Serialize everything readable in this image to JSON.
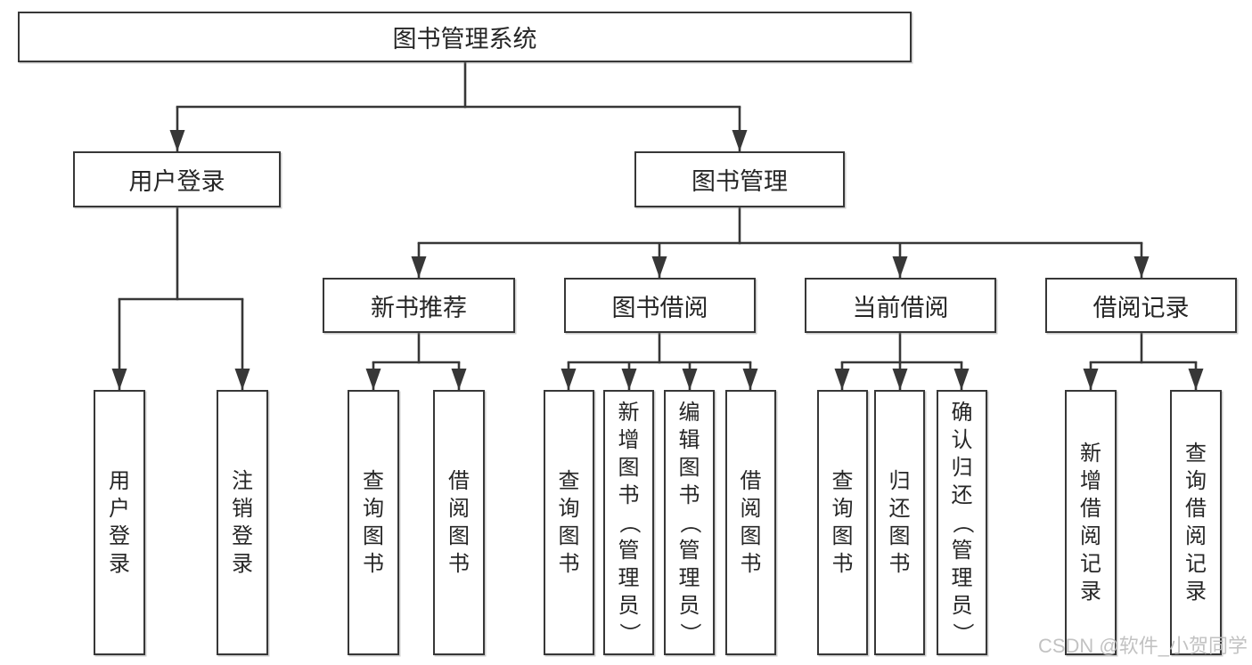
{
  "colors": {
    "line": "#373737",
    "text": "#262626",
    "watermark": "#bdbdbd"
  },
  "tree": {
    "root": {
      "label": "图书管理系统",
      "children": [
        {
          "label": "用户登录",
          "children": [
            {
              "label": "用户登录"
            },
            {
              "label": "注销登录"
            }
          ]
        },
        {
          "label": "图书管理",
          "children": [
            {
              "label": "新书推荐",
              "children": [
                {
                  "label": "查询图书"
                },
                {
                  "label": "借阅图书"
                }
              ]
            },
            {
              "label": "图书借阅",
              "children": [
                {
                  "label": "查询图书"
                },
                {
                  "label": "新增图书（管理员）"
                },
                {
                  "label": "编辑图书（管理员）"
                },
                {
                  "label": "借阅图书"
                }
              ]
            },
            {
              "label": "当前借阅",
              "children": [
                {
                  "label": "查询图书"
                },
                {
                  "label": "归还图书"
                },
                {
                  "label": "确认归还（管理员）"
                }
              ]
            },
            {
              "label": "借阅记录",
              "children": [
                {
                  "label": "新增借阅记录"
                },
                {
                  "label": "查询借阅记录"
                }
              ]
            }
          ]
        }
      ]
    }
  },
  "watermark": {
    "text": "CSDN @软件_小贺同学"
  }
}
